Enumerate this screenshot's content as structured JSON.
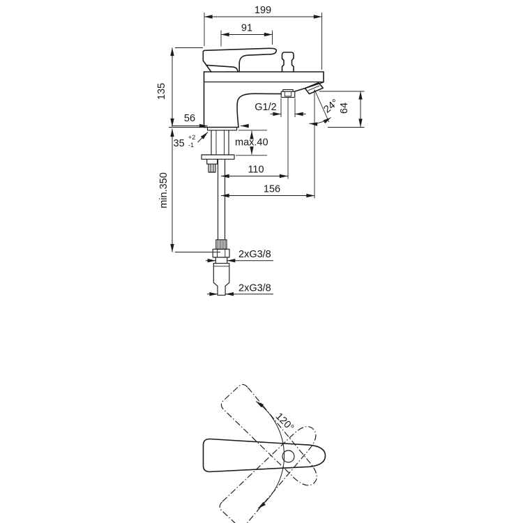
{
  "side_view": {
    "overall_width": "199",
    "handle_projection": "91",
    "body_height": "135",
    "base_width": "56",
    "hole_diameter": "35",
    "hole_tolerance_plus": "+2",
    "hole_tolerance_minus": "-1",
    "shower_outlet_thread": "G1/2",
    "max_deck_thickness": "max.40",
    "spout_angle": "24°",
    "spout_outlet_height": "64",
    "shower_outlet_offset": "110",
    "spout_reach": "156",
    "min_hose_length": "min.350",
    "hose_thread_upper": "2xG3/8",
    "hose_thread_lower": "2xG3/8"
  },
  "plan_view": {
    "handle_swing_angle": "120°"
  }
}
